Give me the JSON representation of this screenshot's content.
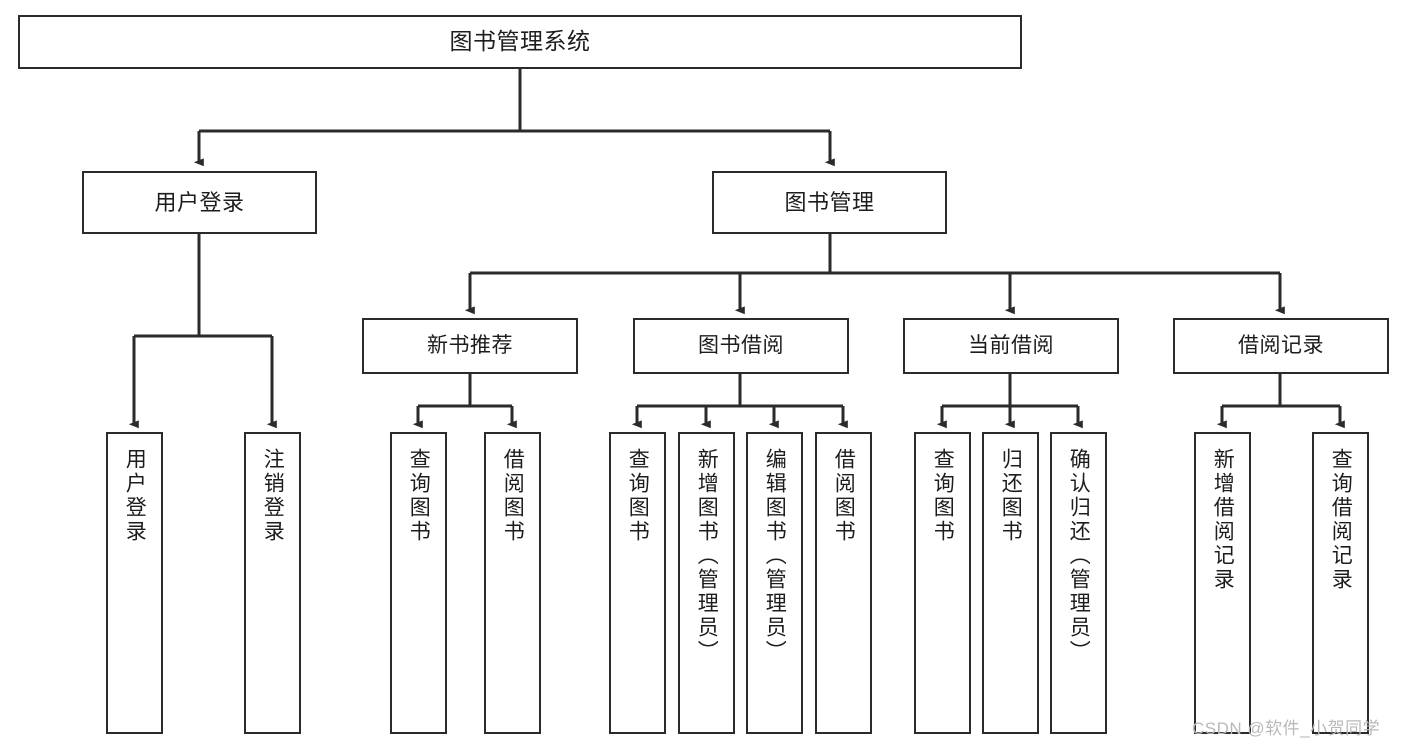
{
  "diagram": {
    "type": "tree-hierarchy",
    "title": "图书管理系统",
    "orientation": "top-down",
    "colors": {
      "box_border": "#2b2b2b",
      "box_fill": "#ffffff",
      "connector": "#2b2b2b",
      "text": "#1d1d1d",
      "watermark": "#b9b9b9"
    },
    "root": {
      "id": "root",
      "label": "图书管理系统"
    },
    "level1": [
      {
        "id": "user-login",
        "label": "用户登录"
      },
      {
        "id": "book-management",
        "label": "图书管理"
      }
    ],
    "level2": [
      {
        "id": "new-book-recommend",
        "label": "新书推荐",
        "parent": "book-management"
      },
      {
        "id": "book-borrow",
        "label": "图书借阅",
        "parent": "book-management"
      },
      {
        "id": "current-borrow",
        "label": "当前借阅",
        "parent": "book-management"
      },
      {
        "id": "borrow-record",
        "label": "借阅记录",
        "parent": "book-management"
      }
    ],
    "leaves": {
      "user-login": [
        {
          "id": "leaf-user-login",
          "label": "用户登录"
        },
        {
          "id": "leaf-logout",
          "label": "注销登录"
        }
      ],
      "new-book-recommend": [
        {
          "id": "leaf-query-book-1",
          "label": "查询图书"
        },
        {
          "id": "leaf-borrow-book-1",
          "label": "借阅图书"
        }
      ],
      "book-borrow": [
        {
          "id": "leaf-query-book-2",
          "label": "查询图书"
        },
        {
          "id": "leaf-add-book",
          "label": "新增图书（管理员）"
        },
        {
          "id": "leaf-edit-book",
          "label": "编辑图书（管理员）"
        },
        {
          "id": "leaf-borrow-book-2",
          "label": "借阅图书"
        }
      ],
      "current-borrow": [
        {
          "id": "leaf-query-book-3",
          "label": "查询图书"
        },
        {
          "id": "leaf-return-book",
          "label": "归还图书"
        },
        {
          "id": "leaf-confirm-return",
          "label": "确认归还（管理员）"
        }
      ],
      "borrow-record": [
        {
          "id": "leaf-add-record",
          "label": "新增借阅记录"
        },
        {
          "id": "leaf-query-record",
          "label": "查询借阅记录"
        }
      ]
    }
  },
  "watermark": {
    "text": "CSDN @软件_小贺同学"
  }
}
